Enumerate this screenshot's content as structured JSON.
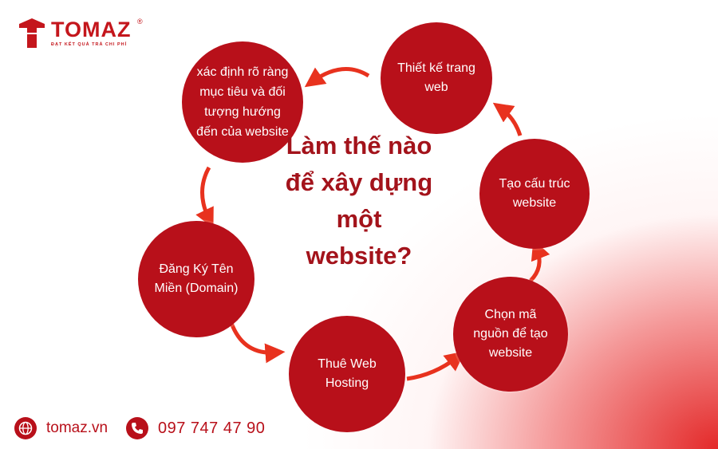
{
  "brand": {
    "name": "TOMAZ",
    "registered": "®",
    "tagline": "ĐẠT KẾT QUẢ TRẢ CHI PHÍ"
  },
  "diagram": {
    "title": "Làm thế nào để xây dựng một website?",
    "steps": [
      {
        "label": "Đăng Ký Tên Miền (Domain)"
      },
      {
        "label": "Thuê Web Hosting"
      },
      {
        "label": "Chọn mã nguồn để tạo website"
      },
      {
        "label": "Tạo cấu trúc website"
      },
      {
        "label": "Thiết kế trang web"
      },
      {
        "label": "xác định rõ ràng mục tiêu và đối tượng hướng đến của website"
      }
    ]
  },
  "contact": {
    "website": "tomaz.vn",
    "phone": "097 747 47 90",
    "website_icon": "globe-icon",
    "phone_icon": "phone-icon"
  },
  "colors": {
    "primary": "#b8101a",
    "title": "#a3131b",
    "arrow": "#e8321e"
  }
}
